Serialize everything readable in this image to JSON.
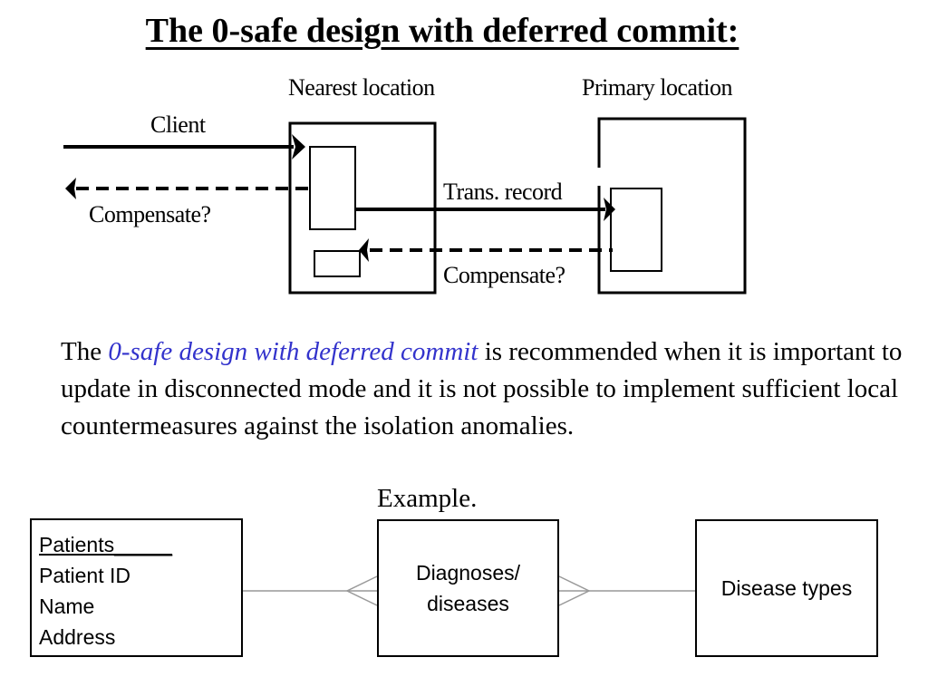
{
  "title": "The 0-safe design with deferred commit:",
  "diagram": {
    "nearest_location_label": "Nearest location",
    "primary_location_label": "Primary location",
    "client_label": "Client",
    "compensate_left_label": "Compensate?",
    "trans_record_label": "Trans. record",
    "compensate_right_label": "Compensate?"
  },
  "paragraph": {
    "prefix": "The ",
    "highlight": "0-safe design with deferred commit",
    "suffix": " is recommended when it is important to update in disconnected mode and it is not possible to implement sufficient local countermeasures against the isolation anomalies."
  },
  "example_label": "Example.",
  "er_diagram": {
    "patients": {
      "header": "Patients_____",
      "fields": [
        "Patient ID",
        "Name",
        "Address"
      ]
    },
    "diagnoses": {
      "line1": "Diagnoses/",
      "line2": "diseases"
    },
    "disease_types": {
      "label": "Disease types"
    }
  },
  "colors": {
    "highlight": "#3333cc",
    "connector": "#999999"
  }
}
